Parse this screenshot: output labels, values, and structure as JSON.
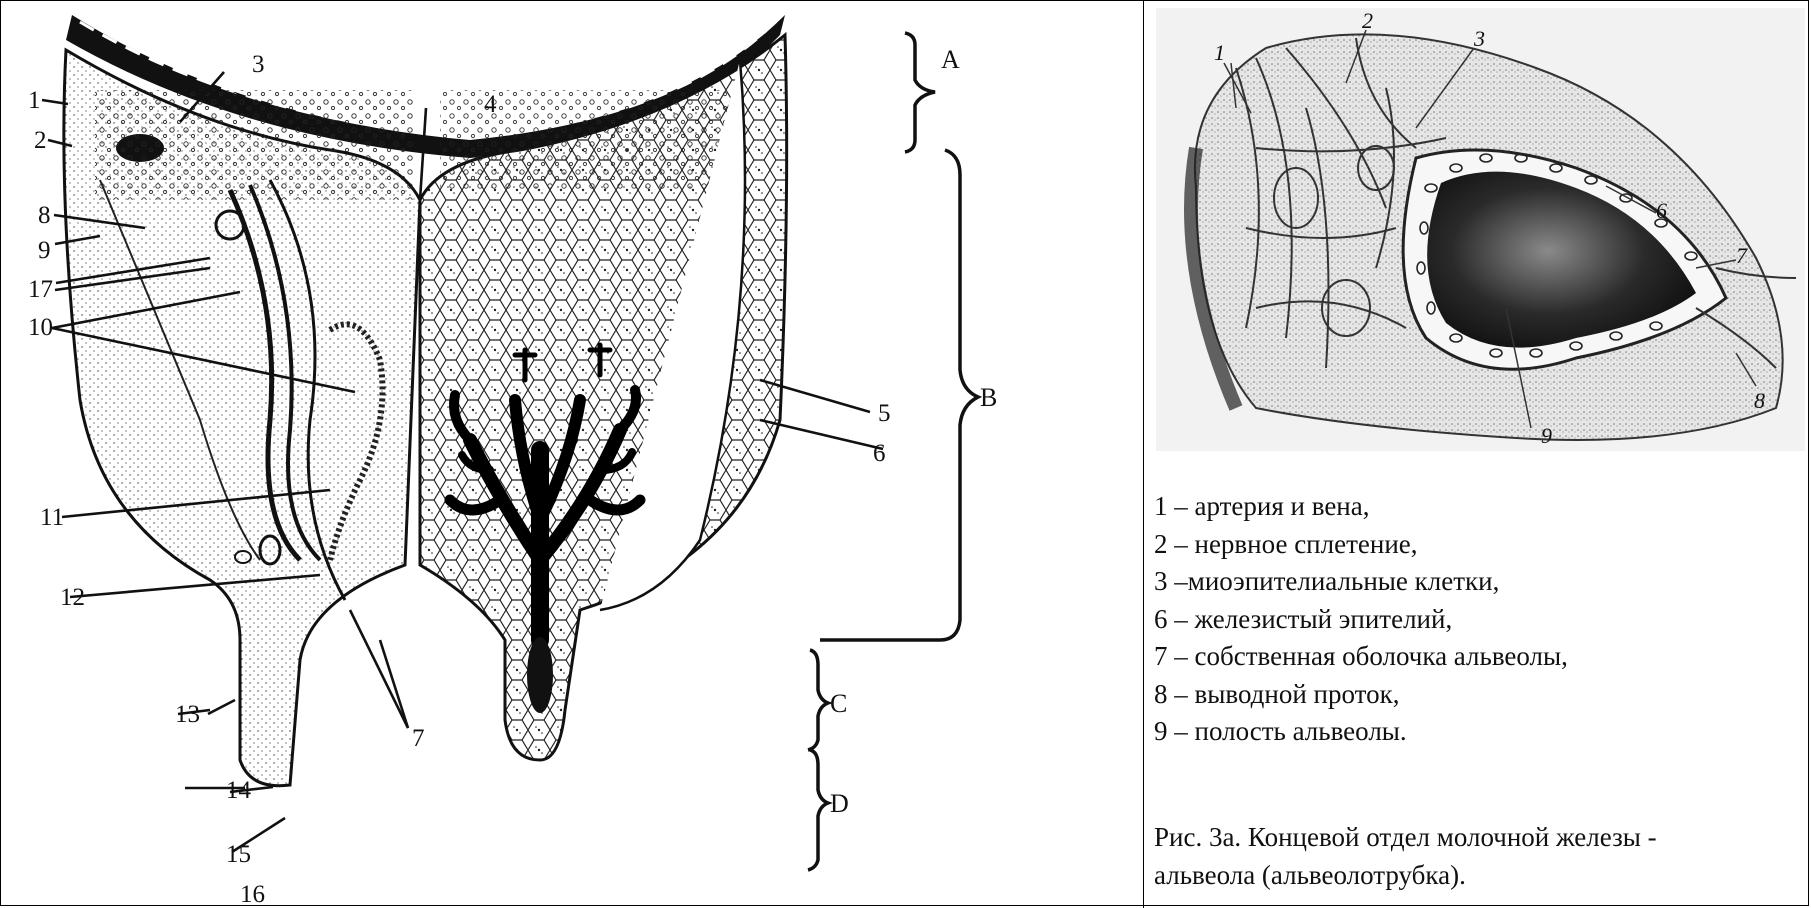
{
  "main_figure": {
    "labels": [
      "1",
      "2",
      "3",
      "4",
      "5",
      "6",
      "7",
      "8",
      "9",
      "10",
      "11",
      "12",
      "13",
      "14",
      "15",
      "16",
      "17"
    ],
    "regions": [
      "A",
      "B",
      "C",
      "D"
    ]
  },
  "inset_figure": {
    "labels": [
      "1",
      "2",
      "3",
      "6",
      "7",
      "8",
      "9"
    ]
  },
  "legend": [
    "1 – артерия и вена,",
    "2 – нервное сплетение,",
    "3 –миоэпителиальные клетки,",
    "6 – железистый эпителий,",
    "7 – собственная оболочка альвеолы,",
    "8 – выводной проток,",
    "9 – полость альвеолы."
  ],
  "caption": [
    "Рис. 3а. Концевой отдел молочной железы -",
    "альвеола (альвеолотрубка)."
  ]
}
